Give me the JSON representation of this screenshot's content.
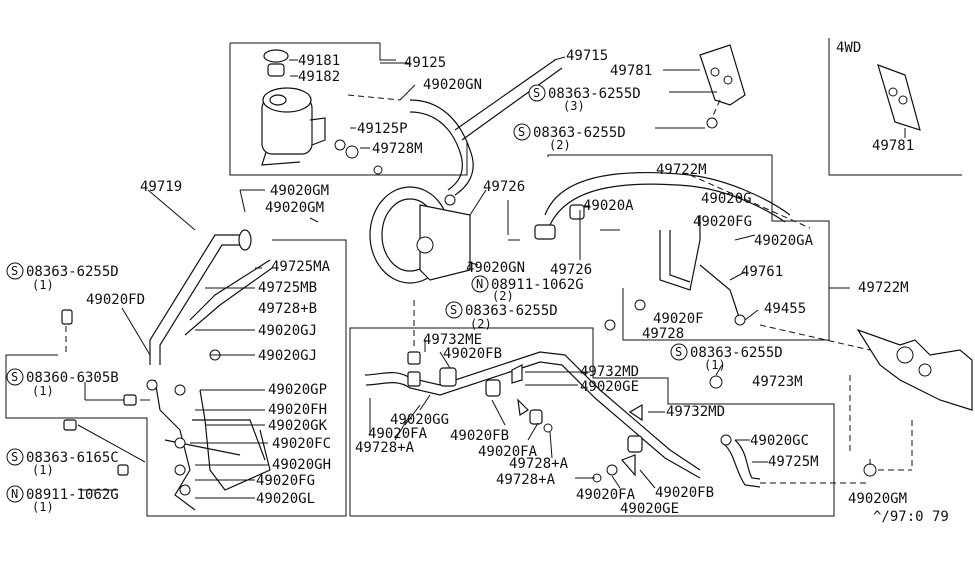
{
  "diagram": {
    "drawing_code": "^/97:0 79",
    "labels": {
      "p49181": "49181",
      "p49182": "49182",
      "p49125": "49125",
      "p49020GN_top": "49020GN",
      "p49125P": "49125P",
      "p49728M": "49728M",
      "p49715": "49715",
      "p49781": "49781",
      "s08363_6255D_a": "08363-6255D",
      "q3": "(3)",
      "s08363_6255D_b": "08363-6255D",
      "q2a": "(2)",
      "t4wd": "4WD",
      "p49781_4wd": "49781",
      "p49719": "49719",
      "p49020GM_a": "49020GM",
      "p49020GM_b": "49020GM",
      "p49722M_top": "49722M",
      "p49726_a": "49726",
      "p49020G": "49020G",
      "p49020A": "49020A",
      "p49020FG_r": "49020FG",
      "p49020GA": "49020GA",
      "s08363_6255D_c": "08363-6255D",
      "q1a": "(1)",
      "p49725MA": "49725MA",
      "p49020GN_mid": "49020GN",
      "p49726_b": "49726",
      "p49761": "49761",
      "p49722M_r": "49722M",
      "n08911_1062G_a": "08911-1062G",
      "q2b": "(2)",
      "p49020FD": "49020FD",
      "p49725MB": "49725MB",
      "s08363_6255D_d": "08363-6255D",
      "q2c": "(2)",
      "p49455": "49455",
      "p49020F": "49020F",
      "p49728_r": "49728",
      "p49728B": "49728+B",
      "p49020GJ_a": "49020GJ",
      "p49732ME": "49732ME",
      "p49020FB_a": "49020FB",
      "p49020GJ_b": "49020GJ",
      "s08363_6255D_e": "08363-6255D",
      "q1b": "(1)",
      "s08360_6305B": "08360-6305B",
      "q1c": "(1)",
      "p49732MD_a": "49732MD",
      "p49020GE_a": "49020GE",
      "p49723M": "49723M",
      "p49020GP": "49020GP",
      "p49020FH": "49020FH",
      "p49020GG": "49020GG",
      "p49020GK": "49020GK",
      "p49020FA_a": "49020FA",
      "p49020FB_b": "49020FB",
      "p49732MD_b": "49732MD",
      "p49020FC": "49020FC",
      "p49728A_a": "49728+A",
      "p49020FA_b": "49020FA",
      "p49020GC": "49020GC",
      "s08363_6165C": "08363-6165C",
      "q1d": "(1)",
      "p49020GH": "49020GH",
      "p49728A_b": "49728+A",
      "p49725M": "49725M",
      "p49020FG_l": "49020FG",
      "p49728A_c": "49728+A",
      "p49020FA_c": "49020FA",
      "p49020FB_c": "49020FB",
      "n08911_1062G_b": "08911-1062G",
      "q1e": "(1)",
      "p49020GL": "49020GL",
      "p49020GE_b": "49020GE",
      "p49020GM_c": "49020GM"
    },
    "symbols": {
      "S": "S",
      "N": "N"
    }
  }
}
